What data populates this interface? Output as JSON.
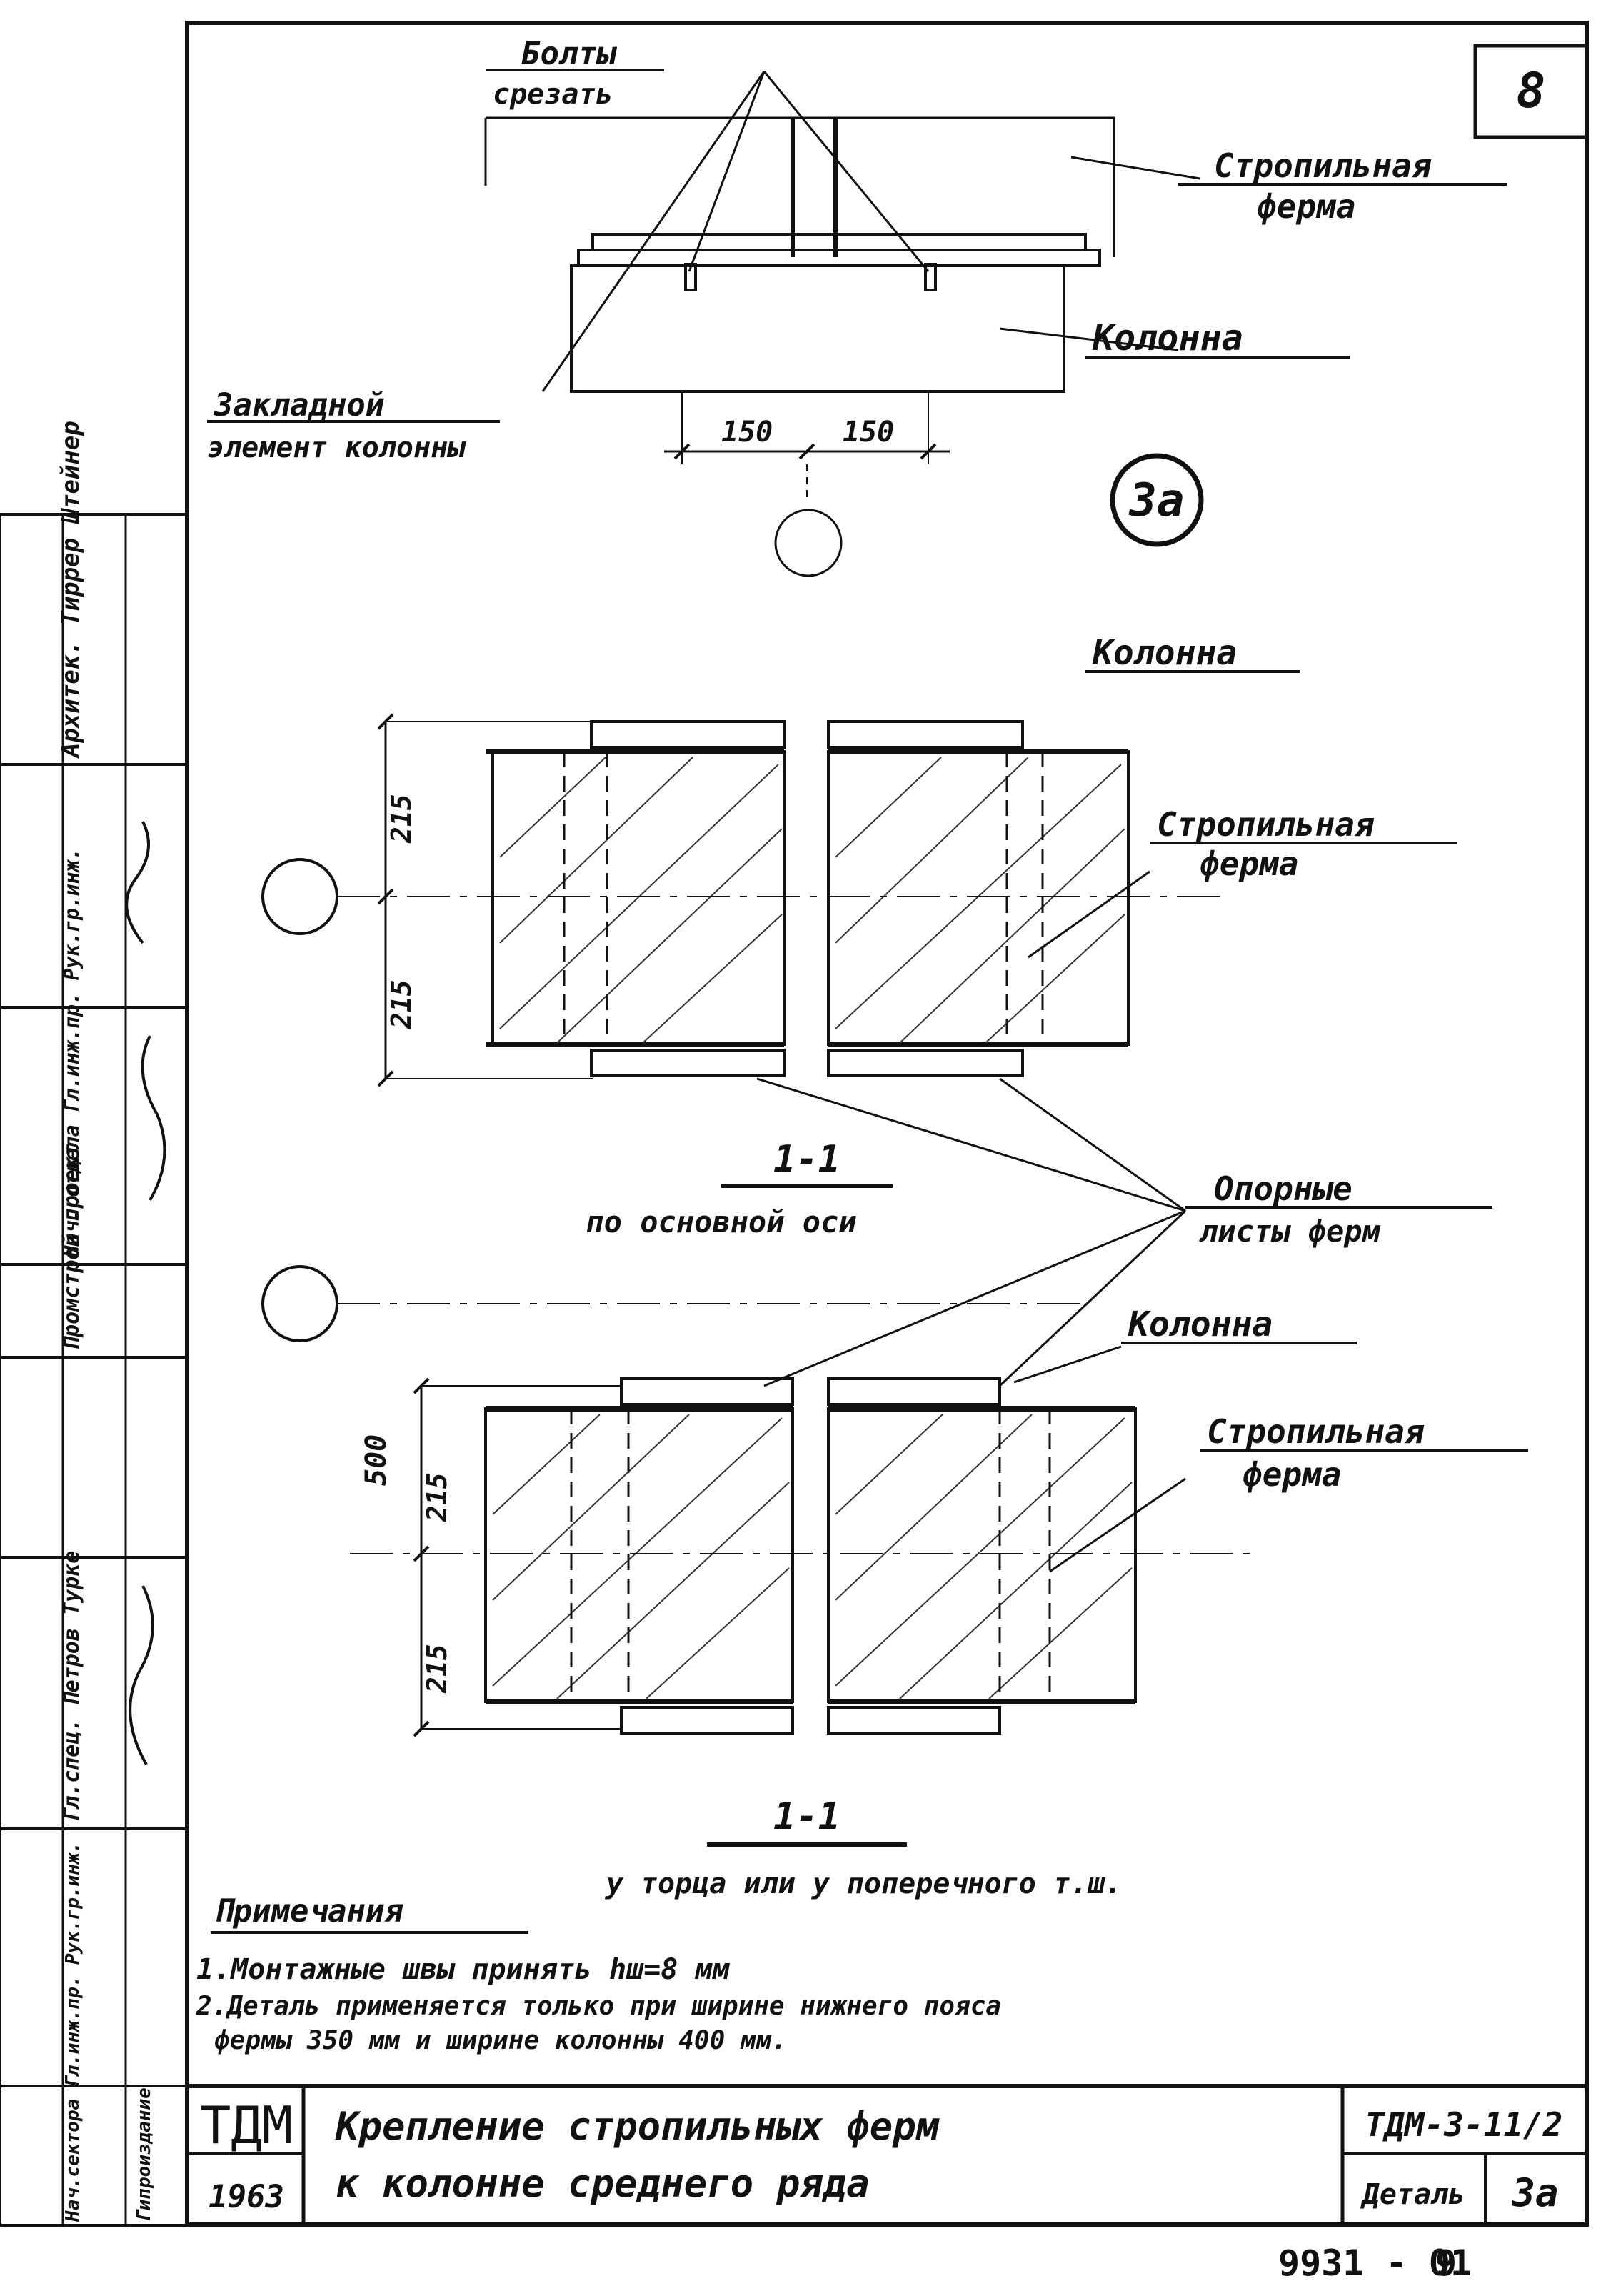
{
  "sheet": {
    "number": "8",
    "bottom_code": "9931 - 01",
    "bottom_page": "9"
  },
  "top_view": {
    "label_bolts_line1": "Болты",
    "label_bolts_line2": "срезать",
    "label_truss_line1": "Стропильная",
    "label_truss_line2": "ферма",
    "label_column": "Колонна",
    "label_embed_line1": "Закладной",
    "label_embed_line2": "элемент колонны",
    "dim_left": "150",
    "dim_right": "150",
    "detail_mark": "3а"
  },
  "section1": {
    "label_column": "Колонна",
    "label_truss_line1": "Стропильная",
    "label_truss_line2": "ферма",
    "dim_top": "215",
    "dim_bottom": "215",
    "title": "1-1",
    "subtitle": "по основной оси"
  },
  "shared": {
    "label_plates_line1": "Опорные",
    "label_plates_line2": "листы ферм"
  },
  "section2": {
    "label_column": "Колонна",
    "label_truss_line1": "Стропильная",
    "label_truss_line2": "ферма",
    "dim_total": "500",
    "dim_top": "215",
    "dim_bottom": "215",
    "title": "1-1",
    "subtitle": "у торца или у поперечного т.ш."
  },
  "notes": {
    "heading": "Примечания",
    "line1": "1.Монтажные швы принять hш=8 мм",
    "line2": "2.Деталь применяется только при ширине нижнего пояса",
    "line3": "фермы 350 мм и ширине колонны 400 мм."
  },
  "title_block": {
    "org": "ТДМ",
    "year": "1963",
    "title_line1": "Крепление стропильных ферм",
    "title_line2": "к колонне среднего ряда",
    "code": "ТДМ-3-11/2",
    "detail_label": "Деталь",
    "detail_value": "3а"
  },
  "side_stamp": {
    "cell1": "Архитек. Тиррер Штейнер",
    "cell2": "Нач. отдела Гл.инж.пр. Рук.гр.инж.",
    "cell3": "Промстрой проект",
    "cell4": "Гл.спец. Петров Турке",
    "cell5": "Нач.сектора Гл.инж.пр. Рук.гр.инж.",
    "cell6": "Гипроиздание"
  }
}
